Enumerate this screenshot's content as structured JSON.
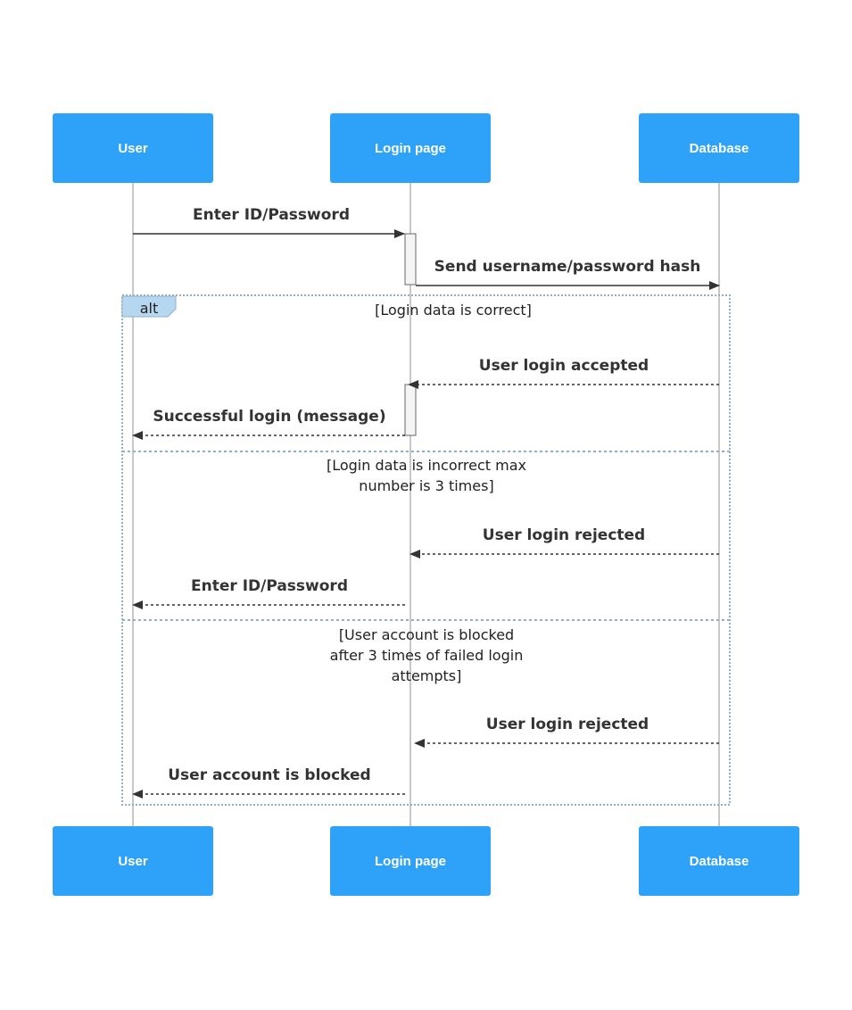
{
  "participants": [
    {
      "name": "User"
    },
    {
      "name": "Login page"
    },
    {
      "name": "Database"
    }
  ],
  "fragment": {
    "operator": "alt",
    "operands": [
      {
        "guard": [
          "[Login data is correct]"
        ]
      },
      {
        "guard": [
          "[Login data is incorrect max",
          "number is 3 times]"
        ]
      },
      {
        "guard": [
          "[User account is blocked",
          "after 3 times of failed login",
          "attempts]"
        ]
      }
    ]
  },
  "messages": [
    {
      "label": "Enter ID/Password",
      "from": "User",
      "to": "Login page",
      "style": "solid"
    },
    {
      "label": "Send username/password hash",
      "from": "Login page",
      "to": "Database",
      "style": "solid"
    },
    {
      "label": "User login accepted",
      "from": "Database",
      "to": "Login page",
      "style": "dashed"
    },
    {
      "label": "Successful login (message)",
      "from": "Login page",
      "to": "User",
      "style": "dashed"
    },
    {
      "label": "User login rejected",
      "from": "Database",
      "to": "Login page",
      "style": "dashed"
    },
    {
      "label": "Enter ID/Password",
      "from": "Login page",
      "to": "User",
      "style": "dashed"
    },
    {
      "label": "User login rejected",
      "from": "Database",
      "to": "Login page",
      "style": "dashed"
    },
    {
      "label": "User account is blocked",
      "from": "Login page",
      "to": "User",
      "style": "dashed"
    }
  ],
  "colors": {
    "actor_fill": "#2ea2f8",
    "lifeline": "#c8c8c8",
    "arrow": "#333333",
    "fragment_border": "#8fb0c8",
    "alt_tag": "#b6d7f0"
  }
}
